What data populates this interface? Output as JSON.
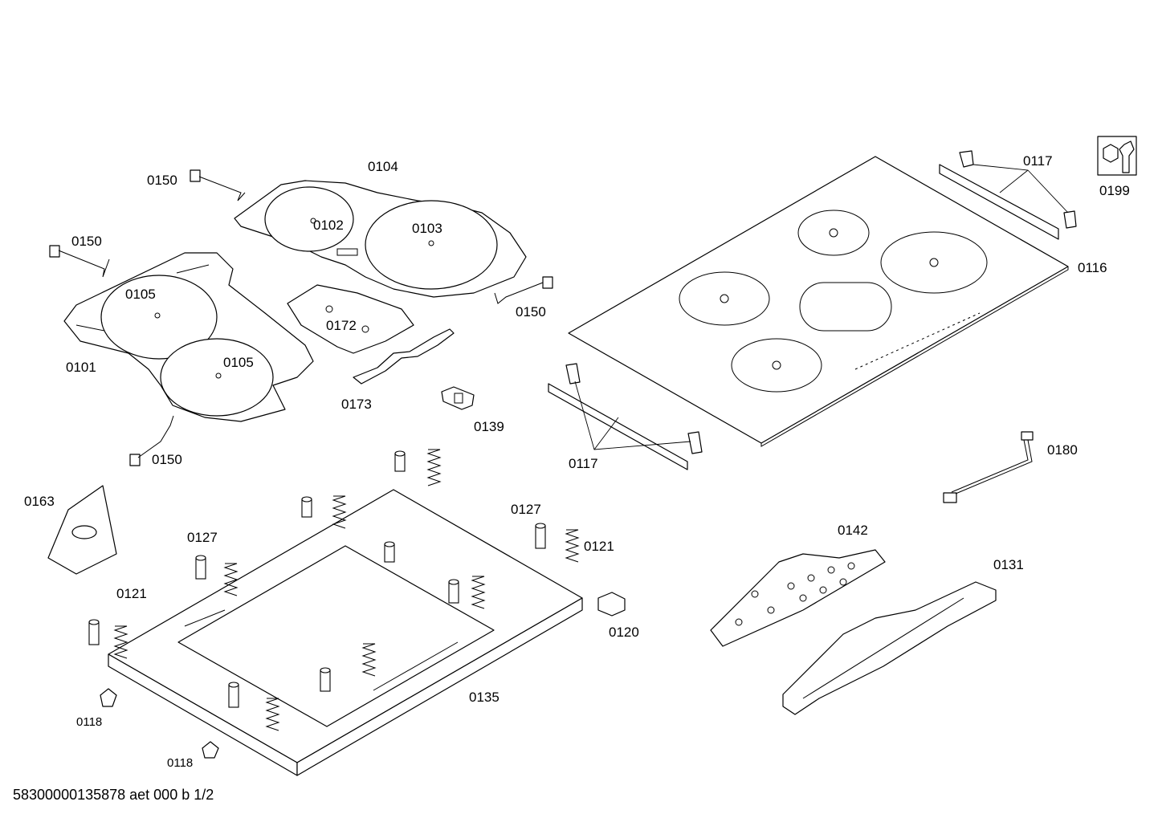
{
  "document": {
    "footer_code": "58300000135878 aet 000 b 1/2"
  },
  "labels": {
    "p0150a": "0150",
    "p0104": "0104",
    "p0102": "0102",
    "p0103": "0103",
    "p0150b": "0150",
    "p0105a": "0105",
    "p0150c": "0150",
    "p0172": "0172",
    "p0101": "0101",
    "p0105b": "0105",
    "p0173": "0173",
    "p0139": "0139",
    "p0150d": "0150",
    "p0117a": "0117",
    "p0199": "0199",
    "p0116": "0116",
    "p0117b": "0117",
    "p0180": "0180",
    "p0163": "0163",
    "p0127a": "0127",
    "p0127b": "0127",
    "p0121a": "0121",
    "p0121b": "0121",
    "p0142": "0142",
    "p0131": "0131",
    "p0120": "0120",
    "p0135": "0135",
    "p0118a": "0118",
    "p0118b": "0118"
  },
  "icons": {
    "service_icon": "wrench-nut-icon"
  }
}
